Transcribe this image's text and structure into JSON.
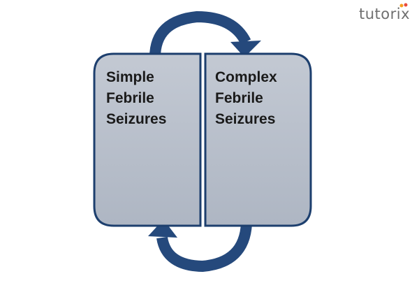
{
  "brand": {
    "name": "tutorix"
  },
  "diagram": {
    "left_box": {
      "label": "Simple\nFebrile\nSeizures"
    },
    "right_box": {
      "label": "Complex\nFebrile\nSeizures"
    }
  },
  "colors": {
    "box_fill": "#b8bfcb",
    "box_border": "#1d3f6e",
    "arrow": "#25497c",
    "brand_dot_orange": "#f5a020",
    "brand_dot_red": "#e94b3c"
  }
}
